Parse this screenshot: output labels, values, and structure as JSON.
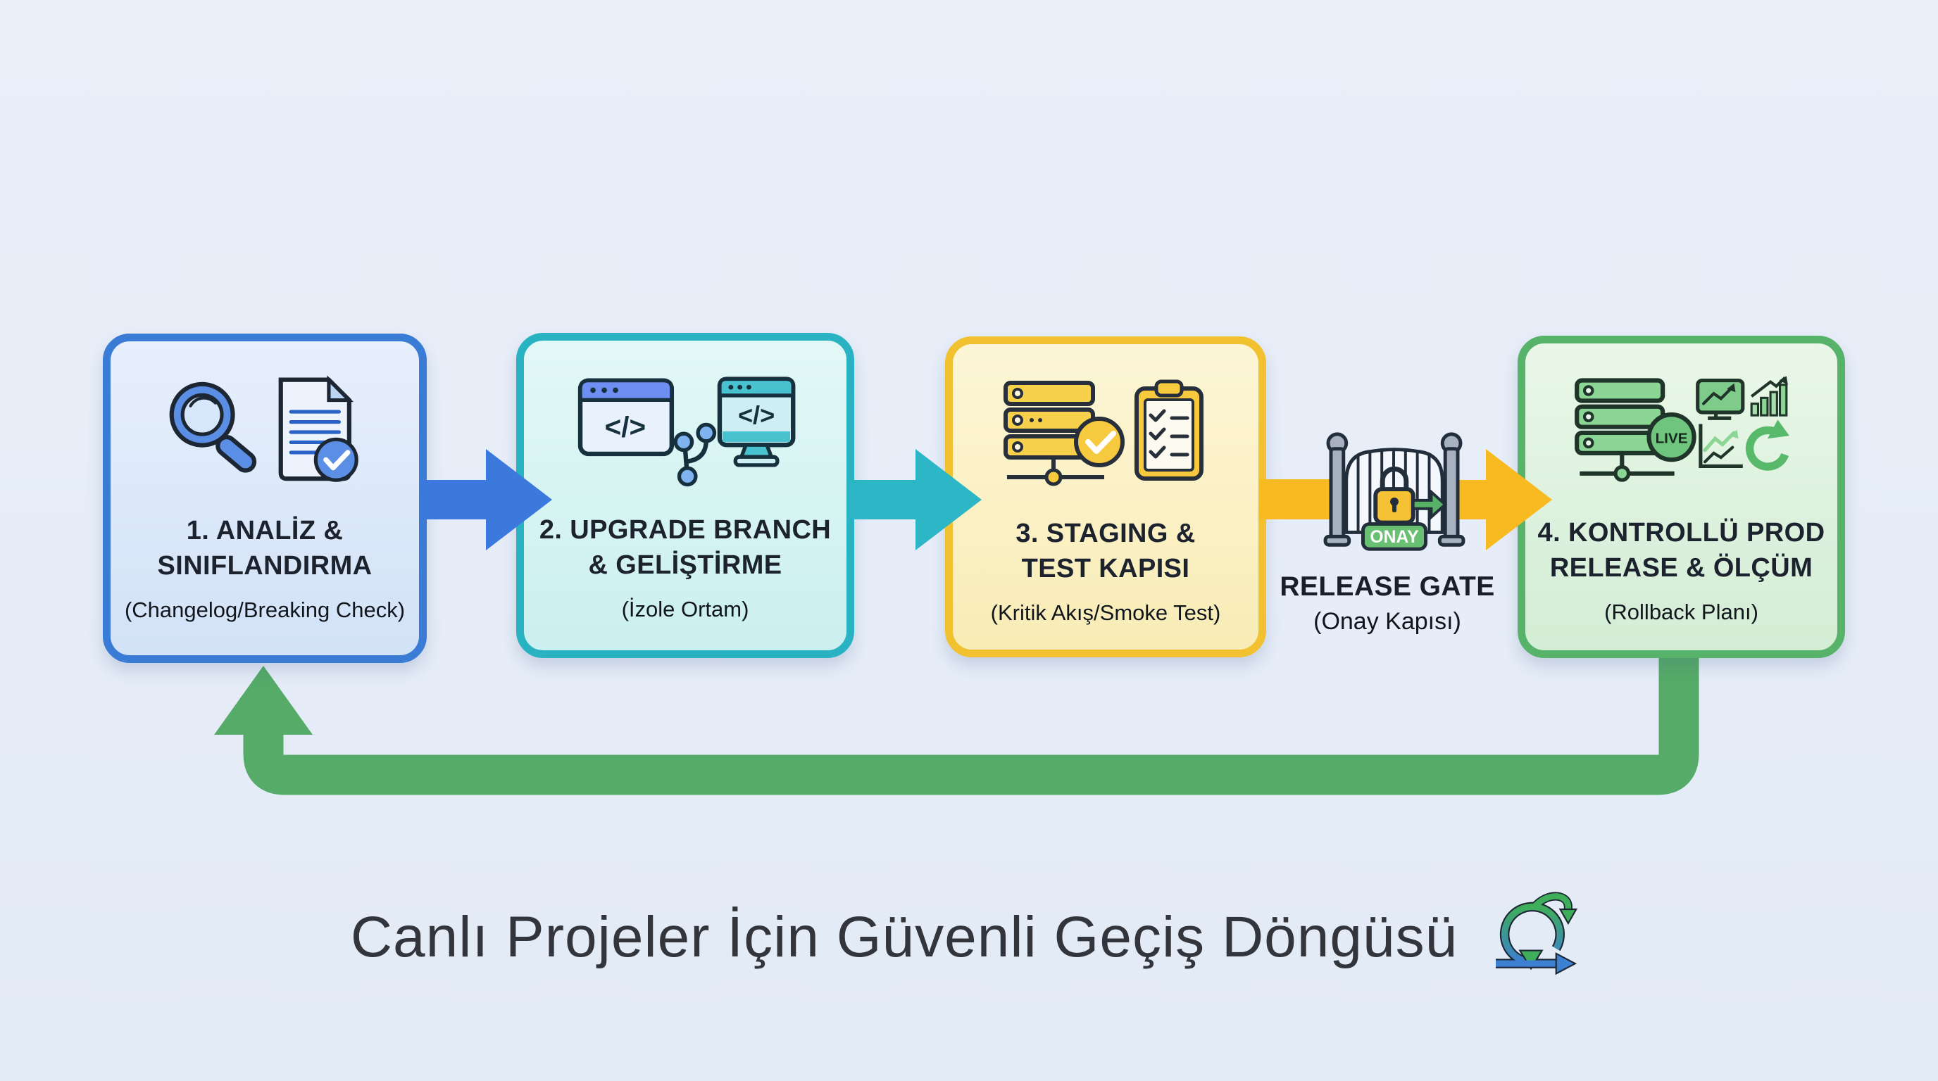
{
  "steps": [
    {
      "title1": "1. ANALİZ &",
      "title2": "SINIFLANDIRMA",
      "subtitle": "(Changelog/Breaking Check)"
    },
    {
      "title1": "2. UPGRADE BRANCH",
      "title2": "& GELİŞTİRME",
      "subtitle": "(İzole Ortam)"
    },
    {
      "title1": "3. STAGING &",
      "title2": "TEST KAPISI",
      "subtitle": "(Kritik Akış/Smoke Test)"
    },
    {
      "title1": "4. KONTROLLÜ PROD",
      "title2": "RELEASE & ÖLÇÜM",
      "subtitle": "(Rollback Planı)"
    }
  ],
  "gate": {
    "title": "RELEASE GATE",
    "subtitle": "(Onay Kapısı)",
    "badge": "ONAY"
  },
  "icons": {
    "code_glyph": "</>",
    "live_badge": "LIVE"
  },
  "footer": {
    "title": "Canlı Projeler İçin Güvenli Geçiş Döngüsü"
  },
  "colors": {
    "step1_accent": "#3a7bd5",
    "step2_accent": "#29b2c2",
    "step3_accent": "#f2c12f",
    "step4_accent": "#57b36a",
    "arrow_blue": "#3c79dd",
    "arrow_teal": "#2cb6c6",
    "arrow_yellow": "#f7bb21",
    "loop_green": "#55ab67",
    "background": "#e7edf8"
  }
}
